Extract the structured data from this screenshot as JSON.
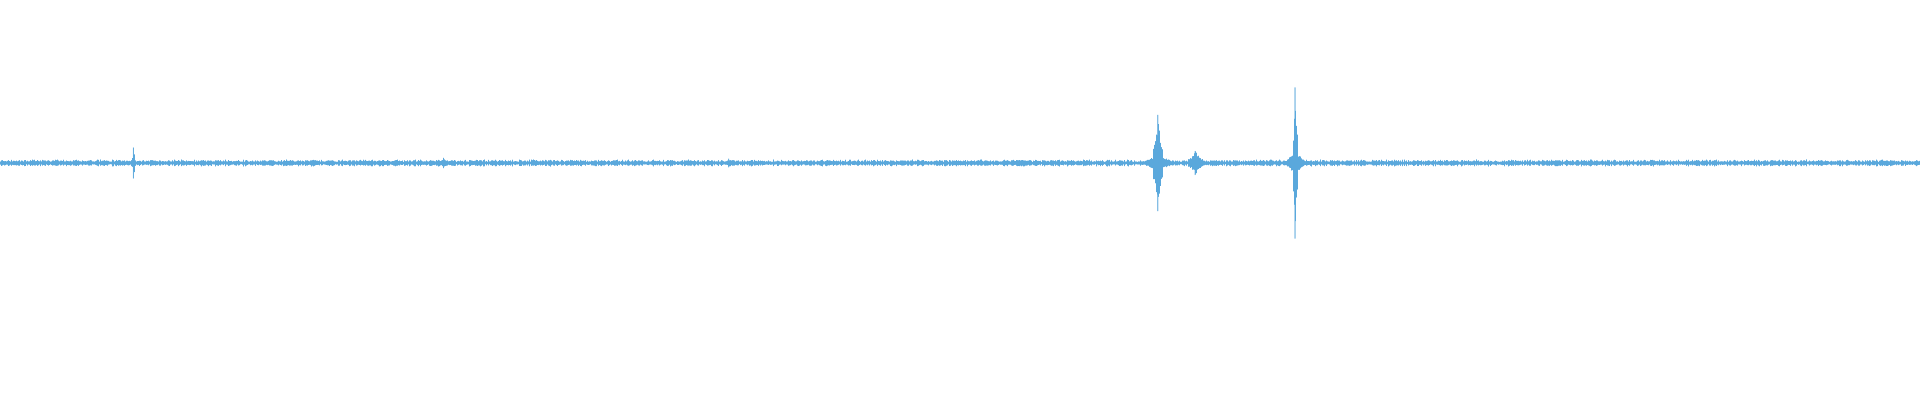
{
  "colors": {
    "background": "#ffffff",
    "waveform": "#5aa8dc"
  },
  "chart_data": {
    "type": "line",
    "title": "",
    "xlabel": "",
    "ylabel": "",
    "xlim": [
      0,
      1
    ],
    "ylim": [
      -1,
      1
    ],
    "grid": false,
    "legend": "none",
    "series": [
      {
        "baseline_amplitude": 0.015,
        "events": [
          {
            "x": 0.0695,
            "amplitude": 0.09,
            "duration": 0.0008
          },
          {
            "x": 0.231,
            "amplitude": 0.03,
            "duration": 0.003
          },
          {
            "x": 0.3795,
            "amplitude": 0.025,
            "duration": 0.002
          },
          {
            "x": 0.603,
            "amplitude": 0.28,
            "duration": 0.0025
          },
          {
            "x": 0.6225,
            "amplitude": 0.07,
            "duration": 0.004
          },
          {
            "x": 0.6745,
            "amplitude": 0.44,
            "duration": 0.0015
          }
        ]
      }
    ]
  }
}
